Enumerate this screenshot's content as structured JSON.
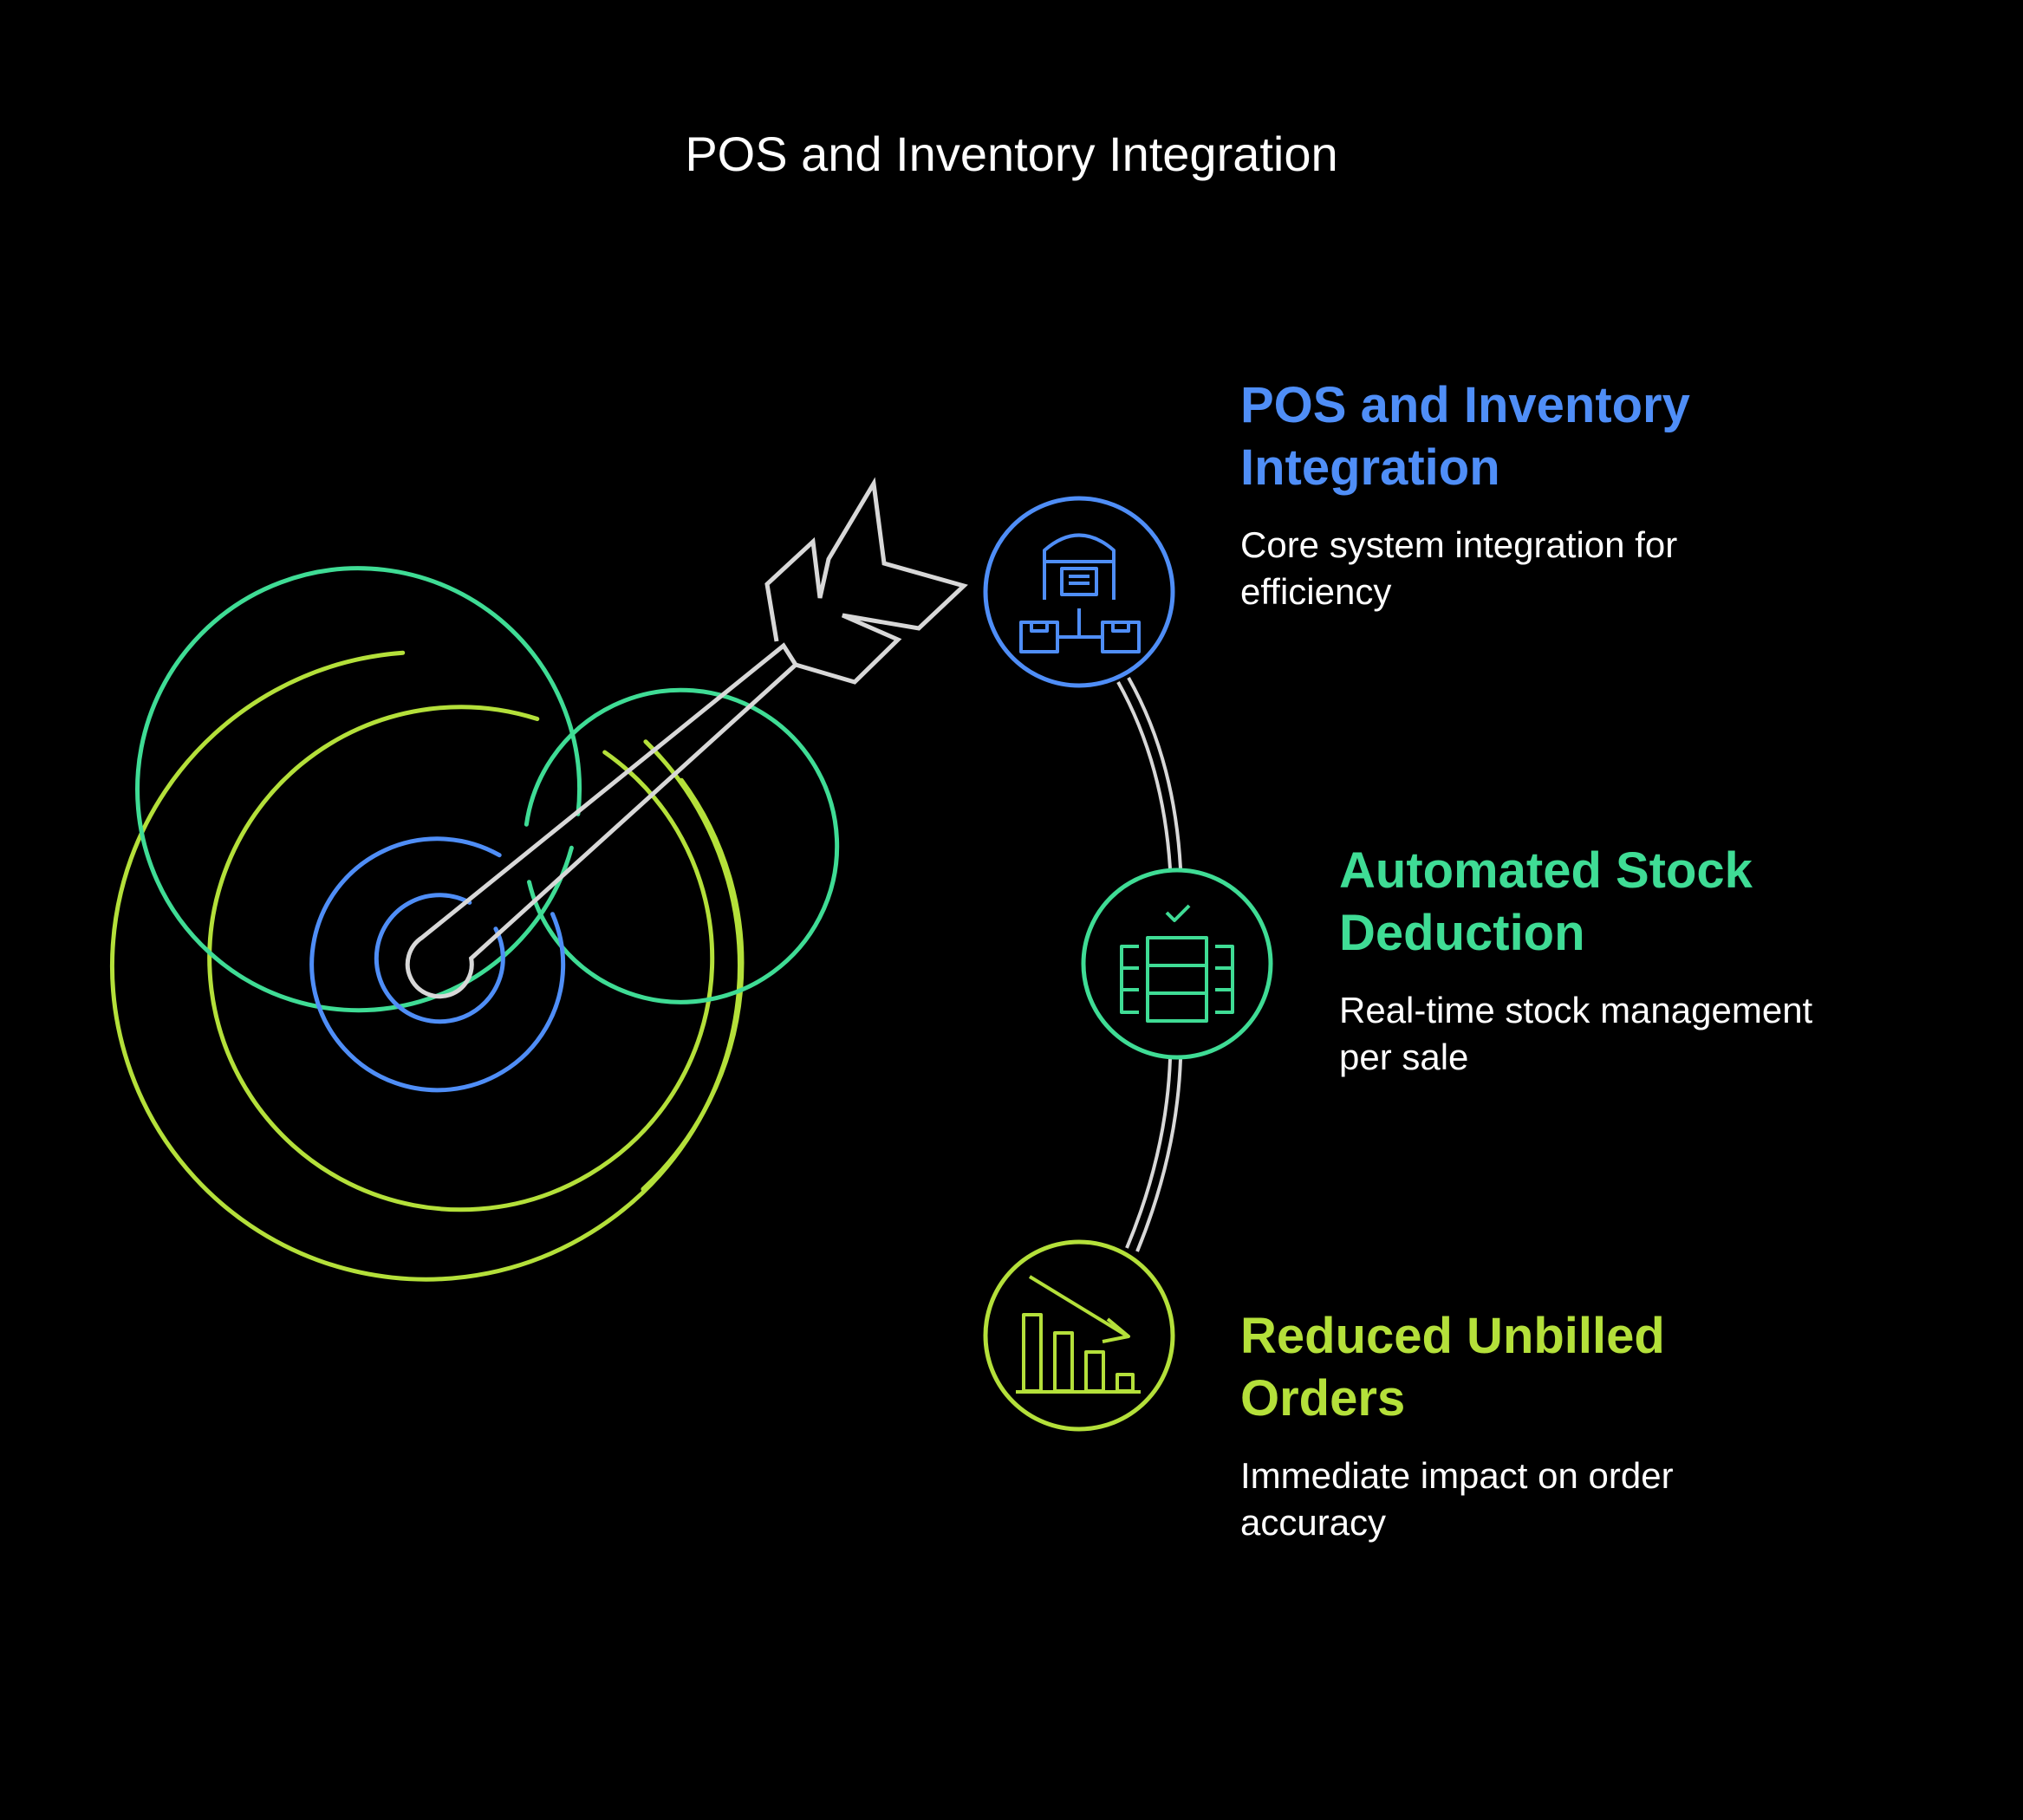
{
  "title": "POS and Inventory Integration",
  "colors": {
    "background": "#000000",
    "blue": "#4f8ef7",
    "green": "#3fdc95",
    "lime": "#b4e03a",
    "arrow": "#d8d8d8",
    "text": "#ffffff"
  },
  "steps": [
    {
      "heading_line1": "POS and Inventory",
      "heading_line2": "Integration",
      "desc_line1": "Core system integration for",
      "desc_line2": "efficiency",
      "icon": "warehouse-network-icon",
      "color": "#4f8ef7"
    },
    {
      "heading_line1": "Automated Stock",
      "heading_line2": "Deduction",
      "desc_line1": "Real-time stock management",
      "desc_line2": "per sale",
      "icon": "stock-shelf-icon",
      "color": "#3fdc95"
    },
    {
      "heading_line1": "Reduced Unbilled",
      "heading_line2": "Orders",
      "desc_line1": "Immediate impact on order",
      "desc_line2": "accuracy",
      "icon": "declining-bar-chart-icon",
      "color": "#b4e03a"
    }
  ]
}
